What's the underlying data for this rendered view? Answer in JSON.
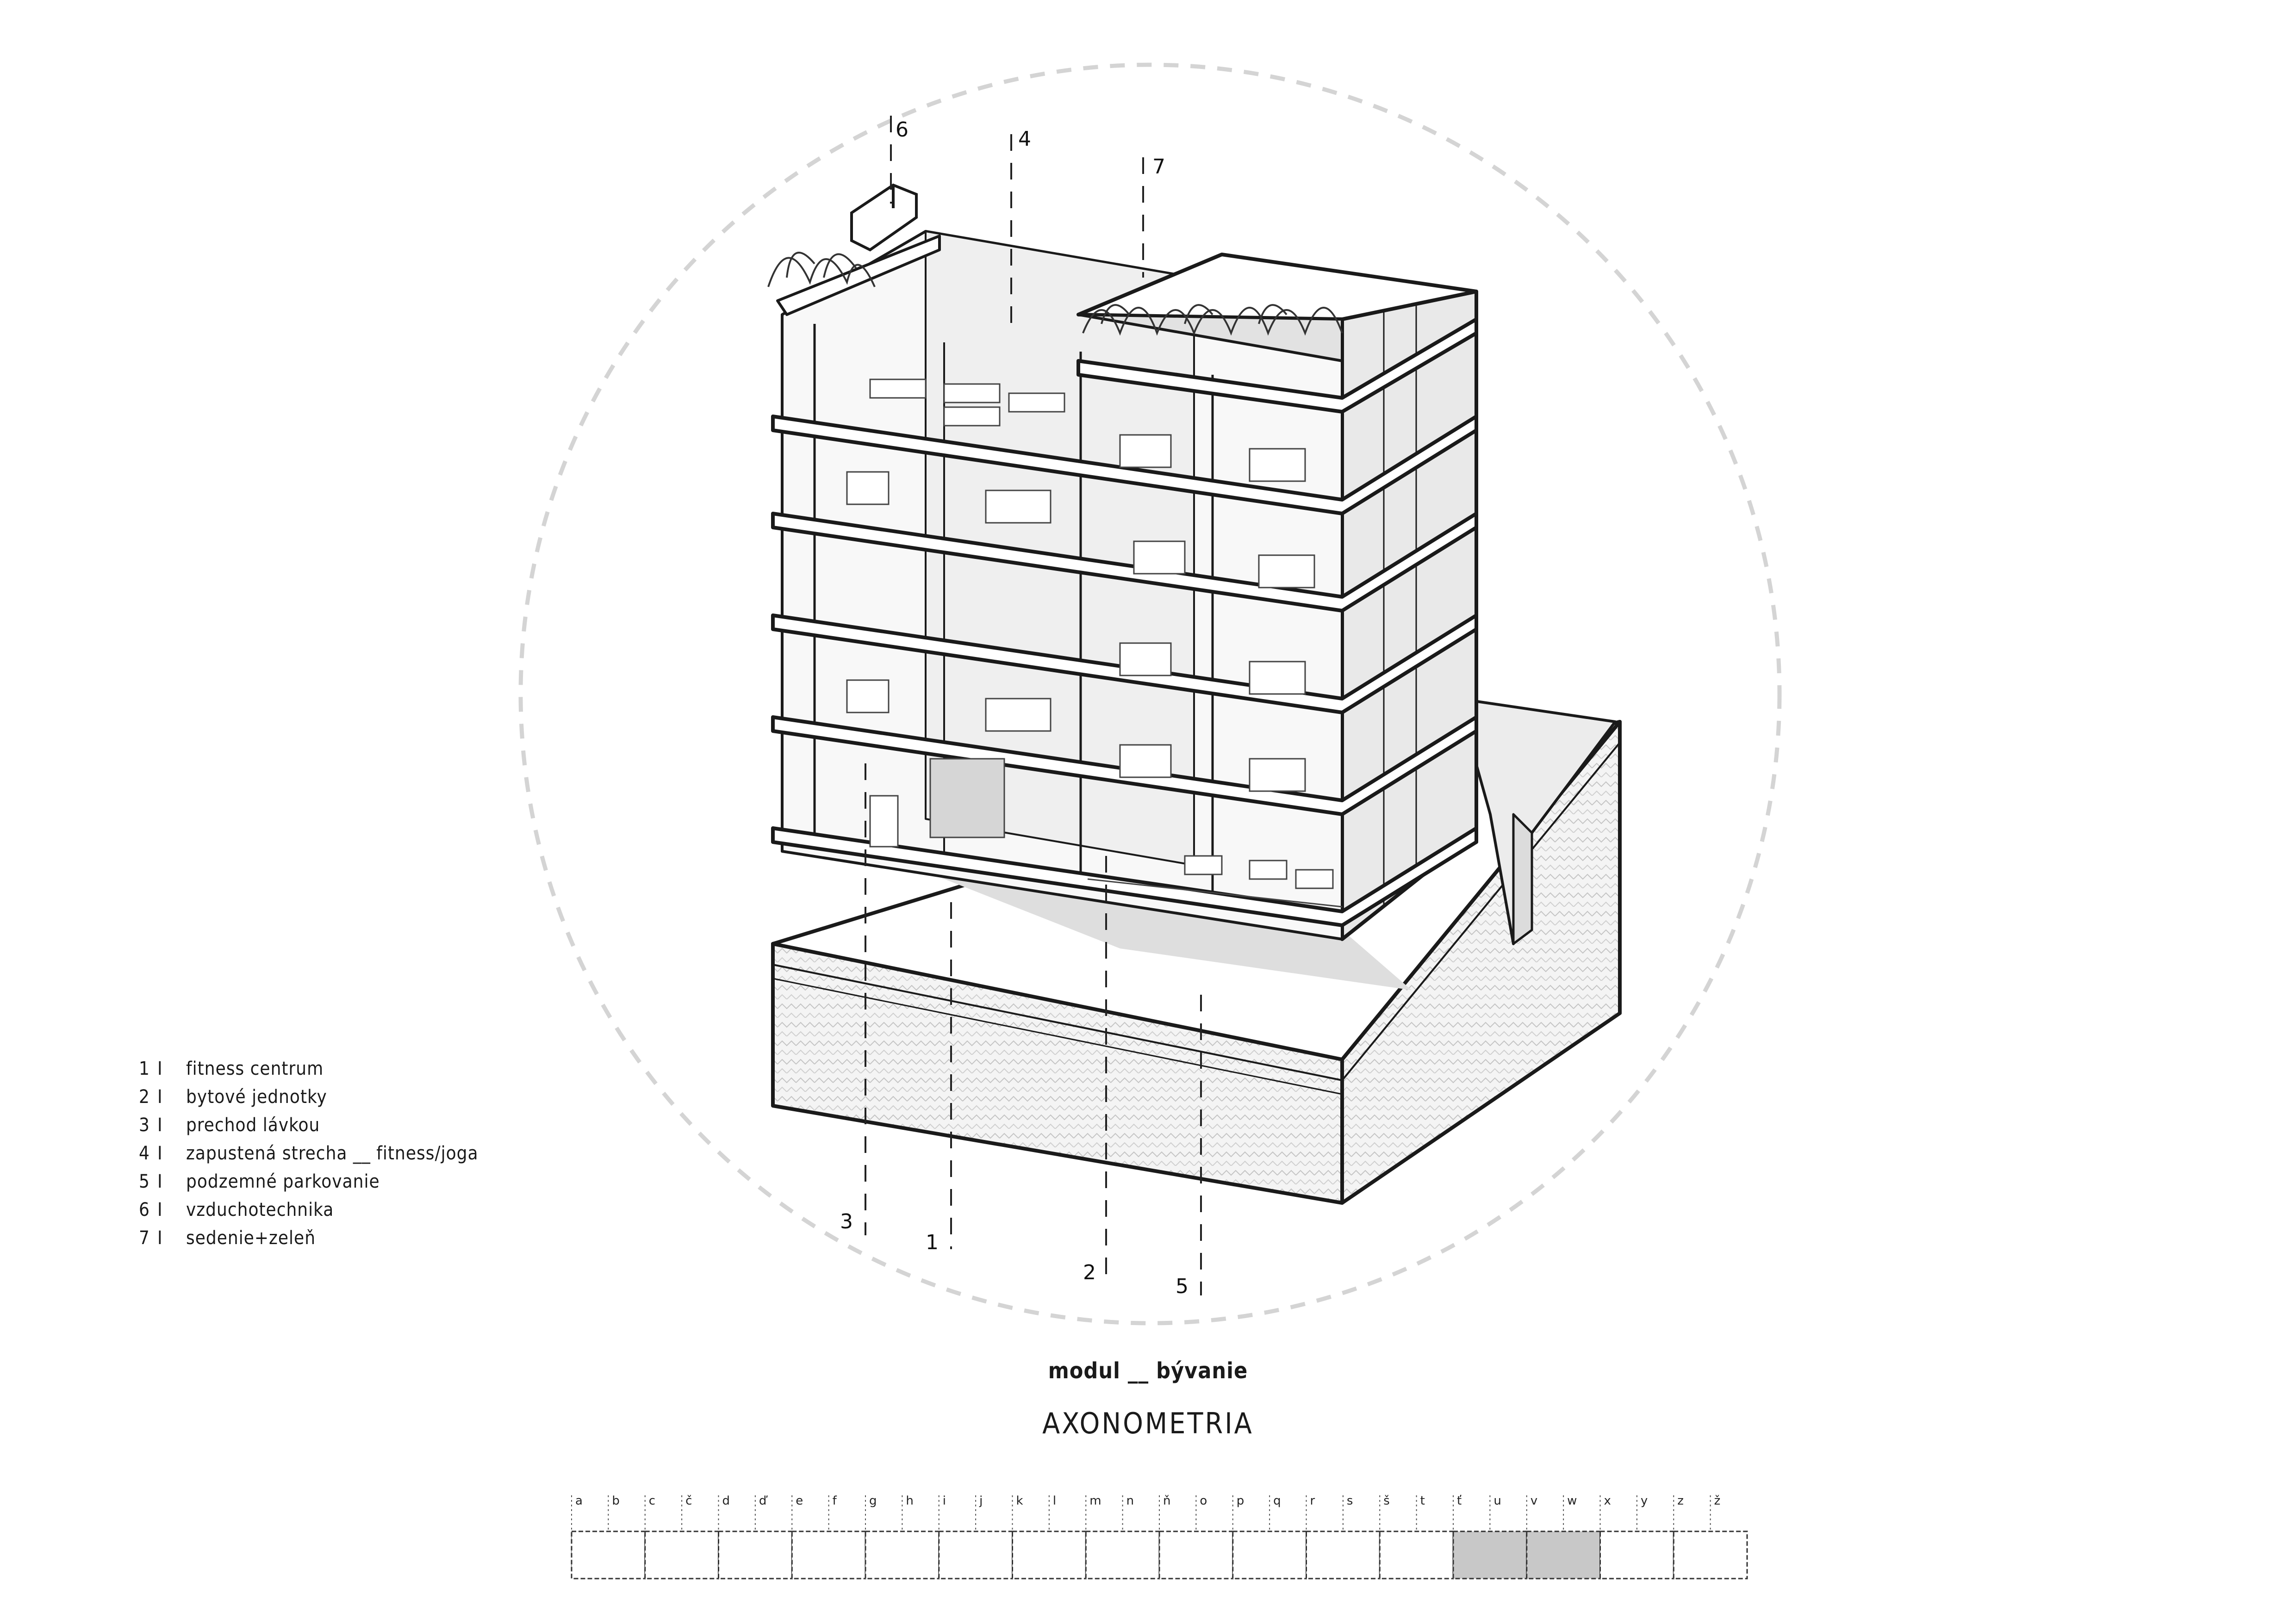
{
  "legend": [
    {
      "num": "1",
      "sep": "I",
      "text": "fitness centrum"
    },
    {
      "num": "2",
      "sep": "I",
      "text": "bytové jednotky"
    },
    {
      "num": "3",
      "sep": "I",
      "text": "prechod lávkou"
    },
    {
      "num": "4",
      "sep": "I",
      "text": "zapustená strecha __ fitness/joga"
    },
    {
      "num": "5",
      "sep": "I",
      "text": "podzemné parkovanie"
    },
    {
      "num": "6",
      "sep": "I",
      "text": "vzduchotechnika"
    },
    {
      "num": "7",
      "sep": "I",
      "text": "sedenie+zeleň"
    }
  ],
  "callouts": [
    "6",
    "4",
    "7",
    "3",
    "1",
    "2",
    "5"
  ],
  "subtitle": "modul __ bývanie",
  "title": "AXONOMETRIA",
  "strip": {
    "labels": [
      "a",
      "b",
      "c",
      "č",
      "d",
      "ď",
      "e",
      "f",
      "g",
      "h",
      "i",
      "j",
      "k",
      "l",
      "m",
      "n",
      "ň",
      "o",
      "p",
      "q",
      "r",
      "s",
      "š",
      "t",
      "ť",
      "u",
      "v",
      "w",
      "x",
      "y",
      "z",
      "ž"
    ],
    "highlighted_cells": [
      "u",
      "v"
    ],
    "highlight_color": "#c8c8c8"
  },
  "colors": {
    "line": "#1a1a1a",
    "circle": "#d4d4d4",
    "fill_grey": "#e6e6e6",
    "shadow": "#dcdcdc"
  }
}
